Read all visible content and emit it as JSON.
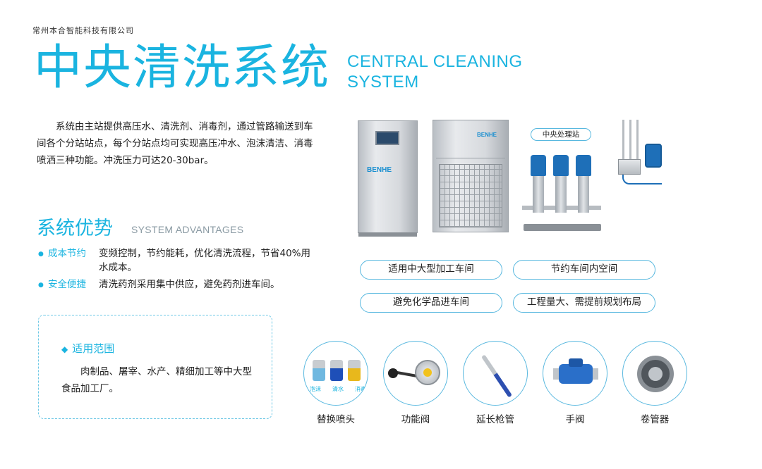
{
  "company": "常州本合智能科技有限公司",
  "title_cn": "中央清洗系统",
  "title_en": [
    "CENTRAL CLEANING",
    "SYSTEM"
  ],
  "intro": "系统由主站提供高压水、清洗剂、消毒剂，通过管路输送到车间各个分站站点，每个分站点均可实现高压冲水、泡沫清洁、消毒喷洒三种功能。冲洗压力可达20-30bar。",
  "advantages": {
    "title_cn": "系统优势",
    "title_en": "SYSTEM ADVANTAGES",
    "items": [
      {
        "label": "成本节约",
        "text": "变频控制，节约能耗，优化清洗流程，节省40%用水成本。"
      },
      {
        "label": "安全便捷",
        "text": "清洗药剂采用集中供应，避免药剂进车间。"
      }
    ]
  },
  "scope": {
    "title": "适用范围",
    "text": "肉制品、屠宰、水产、精细加工等中大型食品加工厂。"
  },
  "equipment": {
    "brand_logo": "BENHE",
    "station_label": "中央处理站"
  },
  "features": [
    "适用中大型加工车间",
    "节约车间内空间",
    "避免化学品进车间",
    "工程量大、需提前规划布局"
  ],
  "accessories": {
    "nozzle_tags": [
      "泡沫",
      "清水",
      "消毒"
    ],
    "items": [
      "替换喷头",
      "功能阀",
      "延长枪管",
      "手阀",
      "卷管器"
    ]
  },
  "colors": {
    "accent": "#1ab4e0",
    "border": "#58b8df",
    "pump_blue": "#1e6fb8"
  }
}
